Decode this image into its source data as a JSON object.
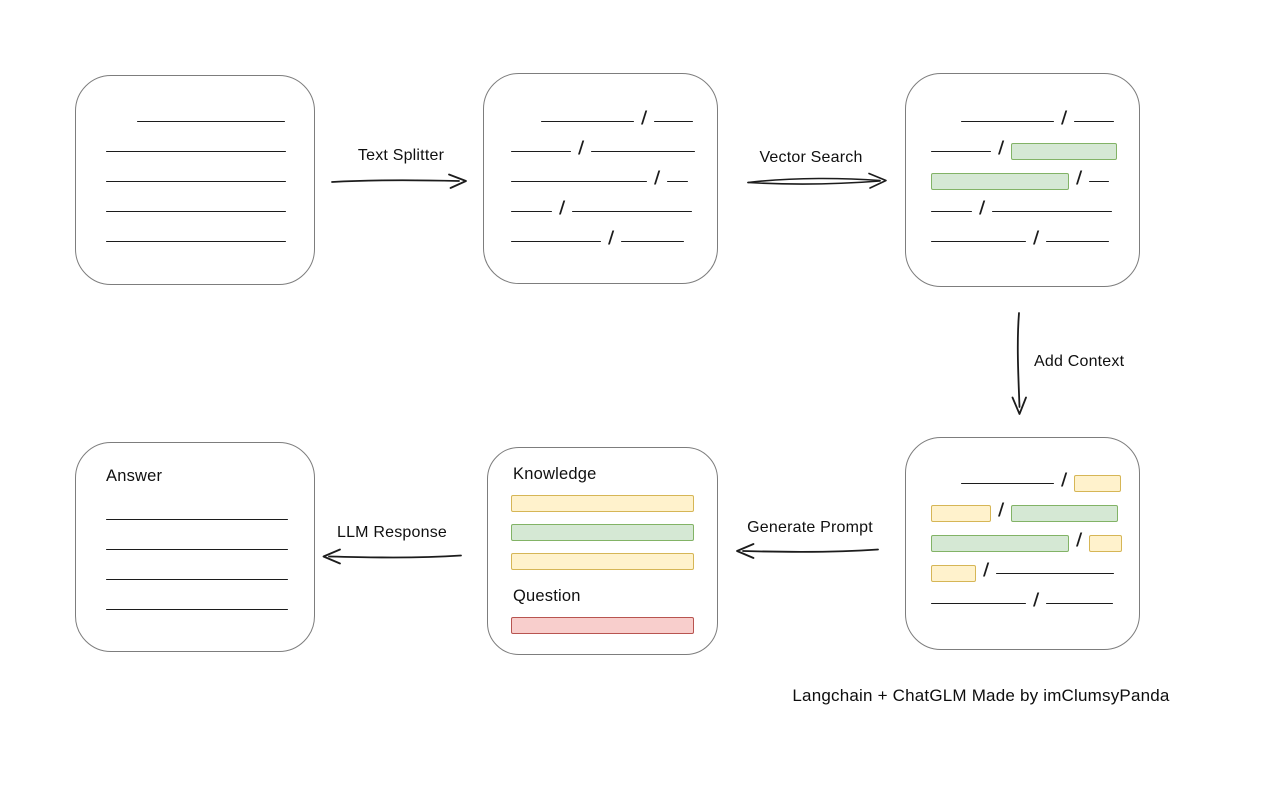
{
  "caption": "Langchain + ChatGLM Made by imClumsyPanda",
  "colors": {
    "green_fill": "#d5e8d4",
    "green_border": "#82b366",
    "yellow_fill": "#fff2cc",
    "yellow_border": "#d6b656",
    "red_fill": "#f8cecc",
    "red_border": "#b85450",
    "box_border": "#7d7d7d",
    "ink": "#1c1c1c"
  },
  "arrows": {
    "text_splitter": {
      "label": "Text Splitter",
      "direction": "right"
    },
    "vector_search": {
      "label": "Vector Search",
      "direction": "right"
    },
    "add_context": {
      "label": "Add Context",
      "direction": "down"
    },
    "generate_prompt": {
      "label": "Generate Prompt",
      "direction": "left"
    },
    "llm_response": {
      "label": "LLM Response",
      "direction": "left"
    }
  },
  "nodes": {
    "source_document": {
      "rows": [
        {
          "indent": 31,
          "segments": [
            {
              "type": "line",
              "width": 148
            }
          ]
        },
        {
          "indent": 0,
          "segments": [
            {
              "type": "line",
              "width": 180
            }
          ]
        },
        {
          "indent": 0,
          "segments": [
            {
              "type": "line",
              "width": 180
            }
          ]
        },
        {
          "indent": 0,
          "segments": [
            {
              "type": "line",
              "width": 180
            }
          ]
        },
        {
          "indent": 0,
          "segments": [
            {
              "type": "line",
              "width": 180
            }
          ]
        }
      ]
    },
    "split_text": {
      "rows": [
        {
          "indent": 30,
          "segments": [
            {
              "type": "line",
              "width": 93
            },
            {
              "type": "slash"
            },
            {
              "type": "line",
              "width": 39
            }
          ]
        },
        {
          "indent": 0,
          "segments": [
            {
              "type": "line",
              "width": 60
            },
            {
              "type": "slash"
            },
            {
              "type": "line",
              "width": 104
            }
          ]
        },
        {
          "indent": 0,
          "segments": [
            {
              "type": "line",
              "width": 136
            },
            {
              "type": "slash"
            },
            {
              "type": "line",
              "width": 21
            }
          ]
        },
        {
          "indent": 0,
          "segments": [
            {
              "type": "line",
              "width": 41
            },
            {
              "type": "slash"
            },
            {
              "type": "line",
              "width": 120
            }
          ]
        },
        {
          "indent": 0,
          "segments": [
            {
              "type": "line",
              "width": 90
            },
            {
              "type": "slash"
            },
            {
              "type": "line",
              "width": 63
            }
          ]
        }
      ]
    },
    "matched_chunks": {
      "rows": [
        {
          "indent": 30,
          "segments": [
            {
              "type": "line",
              "width": 93
            },
            {
              "type": "slash"
            },
            {
              "type": "line",
              "width": 40
            }
          ]
        },
        {
          "indent": 0,
          "segments": [
            {
              "type": "line",
              "width": 60
            },
            {
              "type": "slash"
            },
            {
              "type": "bar",
              "color": "green",
              "width": 106
            }
          ]
        },
        {
          "indent": 0,
          "segments": [
            {
              "type": "bar",
              "color": "green",
              "width": 138
            },
            {
              "type": "slash"
            },
            {
              "type": "line",
              "width": 20
            }
          ]
        },
        {
          "indent": 0,
          "segments": [
            {
              "type": "line",
              "width": 41
            },
            {
              "type": "slash"
            },
            {
              "type": "line",
              "width": 120
            }
          ]
        },
        {
          "indent": 0,
          "segments": [
            {
              "type": "line",
              "width": 95
            },
            {
              "type": "slash"
            },
            {
              "type": "line",
              "width": 63
            }
          ]
        }
      ]
    },
    "context_chunks": {
      "rows": [
        {
          "indent": 30,
          "segments": [
            {
              "type": "line",
              "width": 93
            },
            {
              "type": "slash"
            },
            {
              "type": "bar",
              "color": "yellow",
              "width": 47
            }
          ]
        },
        {
          "indent": 0,
          "segments": [
            {
              "type": "bar",
              "color": "yellow",
              "width": 60
            },
            {
              "type": "slash"
            },
            {
              "type": "bar",
              "color": "green",
              "width": 107
            }
          ]
        },
        {
          "indent": 0,
          "segments": [
            {
              "type": "bar",
              "color": "green",
              "width": 138
            },
            {
              "type": "slash"
            },
            {
              "type": "bar",
              "color": "yellow",
              "width": 33
            }
          ]
        },
        {
          "indent": 0,
          "segments": [
            {
              "type": "bar",
              "color": "yellow",
              "width": 45
            },
            {
              "type": "slash"
            },
            {
              "type": "line",
              "width": 118
            }
          ]
        },
        {
          "indent": 0,
          "segments": [
            {
              "type": "line",
              "width": 95
            },
            {
              "type": "slash"
            },
            {
              "type": "line",
              "width": 67
            }
          ]
        }
      ]
    },
    "prompt": {
      "rows": [
        {
          "indent": 2,
          "segments": [
            {
              "type": "heading",
              "text": "Knowledge"
            }
          ]
        },
        {
          "indent": 0,
          "segments": [
            {
              "type": "bar",
              "color": "yellow",
              "width": 183
            }
          ]
        },
        {
          "indent": 0,
          "segments": [
            {
              "type": "bar",
              "color": "green",
              "width": 183
            }
          ]
        },
        {
          "indent": 0,
          "segments": [
            {
              "type": "bar",
              "color": "yellow",
              "width": 183
            }
          ]
        },
        {
          "indent": 2,
          "segments": [
            {
              "type": "heading",
              "text": "Question"
            }
          ]
        },
        {
          "indent": 0,
          "segments": [
            {
              "type": "bar",
              "color": "red",
              "width": 183
            }
          ]
        }
      ]
    },
    "answer": {
      "rows": [
        {
          "indent": 0,
          "segments": [
            {
              "type": "heading",
              "text": "Answer"
            }
          ]
        },
        {
          "indent": 0,
          "segments": [
            {
              "type": "line",
              "width": 182
            }
          ]
        },
        {
          "indent": 0,
          "segments": [
            {
              "type": "line",
              "width": 182
            }
          ]
        },
        {
          "indent": 0,
          "segments": [
            {
              "type": "line",
              "width": 182
            }
          ]
        },
        {
          "indent": 0,
          "segments": [
            {
              "type": "line",
              "width": 182
            }
          ]
        }
      ]
    }
  }
}
